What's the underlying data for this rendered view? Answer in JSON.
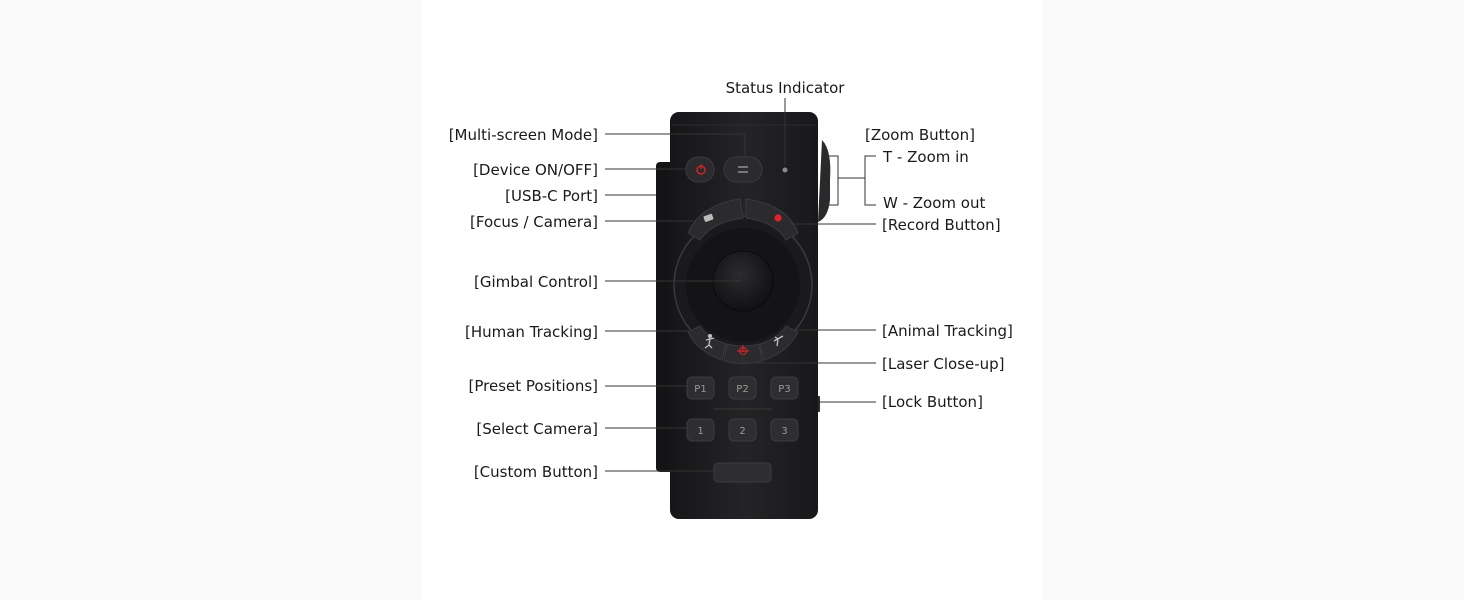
{
  "labels": {
    "status_indicator": "Status Indicator",
    "multi_screen_mode": "[Multi-screen Mode]",
    "device_on_off": "[Device ON/OFF]",
    "usb_c_port": "[USB-C Port]",
    "focus_camera": "[Focus / Camera]",
    "gimbal_control": "[Gimbal Control]",
    "human_tracking": "[Human Tracking]",
    "preset_positions": "[Preset Positions]",
    "select_camera": "[Select Camera]",
    "custom_button": "[Custom Button]",
    "zoom_button": "[Zoom Button]",
    "zoom_in": "T - Zoom in",
    "zoom_out": "W - Zoom out",
    "record_button": "[Record Button]",
    "animal_tracking": "[Animal Tracking]",
    "laser_close_up": "[Laser Close-up]",
    "lock_button": "[Lock Button]"
  },
  "device": {
    "preset_buttons": [
      "P1",
      "P2",
      "P3"
    ],
    "camera_buttons": [
      "1",
      "2",
      "3"
    ],
    "body_color": "#1e1e20",
    "button_color": "#2e2e31",
    "accent_red": "#e0242b"
  },
  "icons": {
    "power": "power-icon",
    "multi_screen": "swap-arrows-icon",
    "focus": "camera-icon",
    "record": "record-dot-icon",
    "human": "human-figure-icon",
    "laser": "crosshair-icon",
    "animal": "bird-icon"
  }
}
